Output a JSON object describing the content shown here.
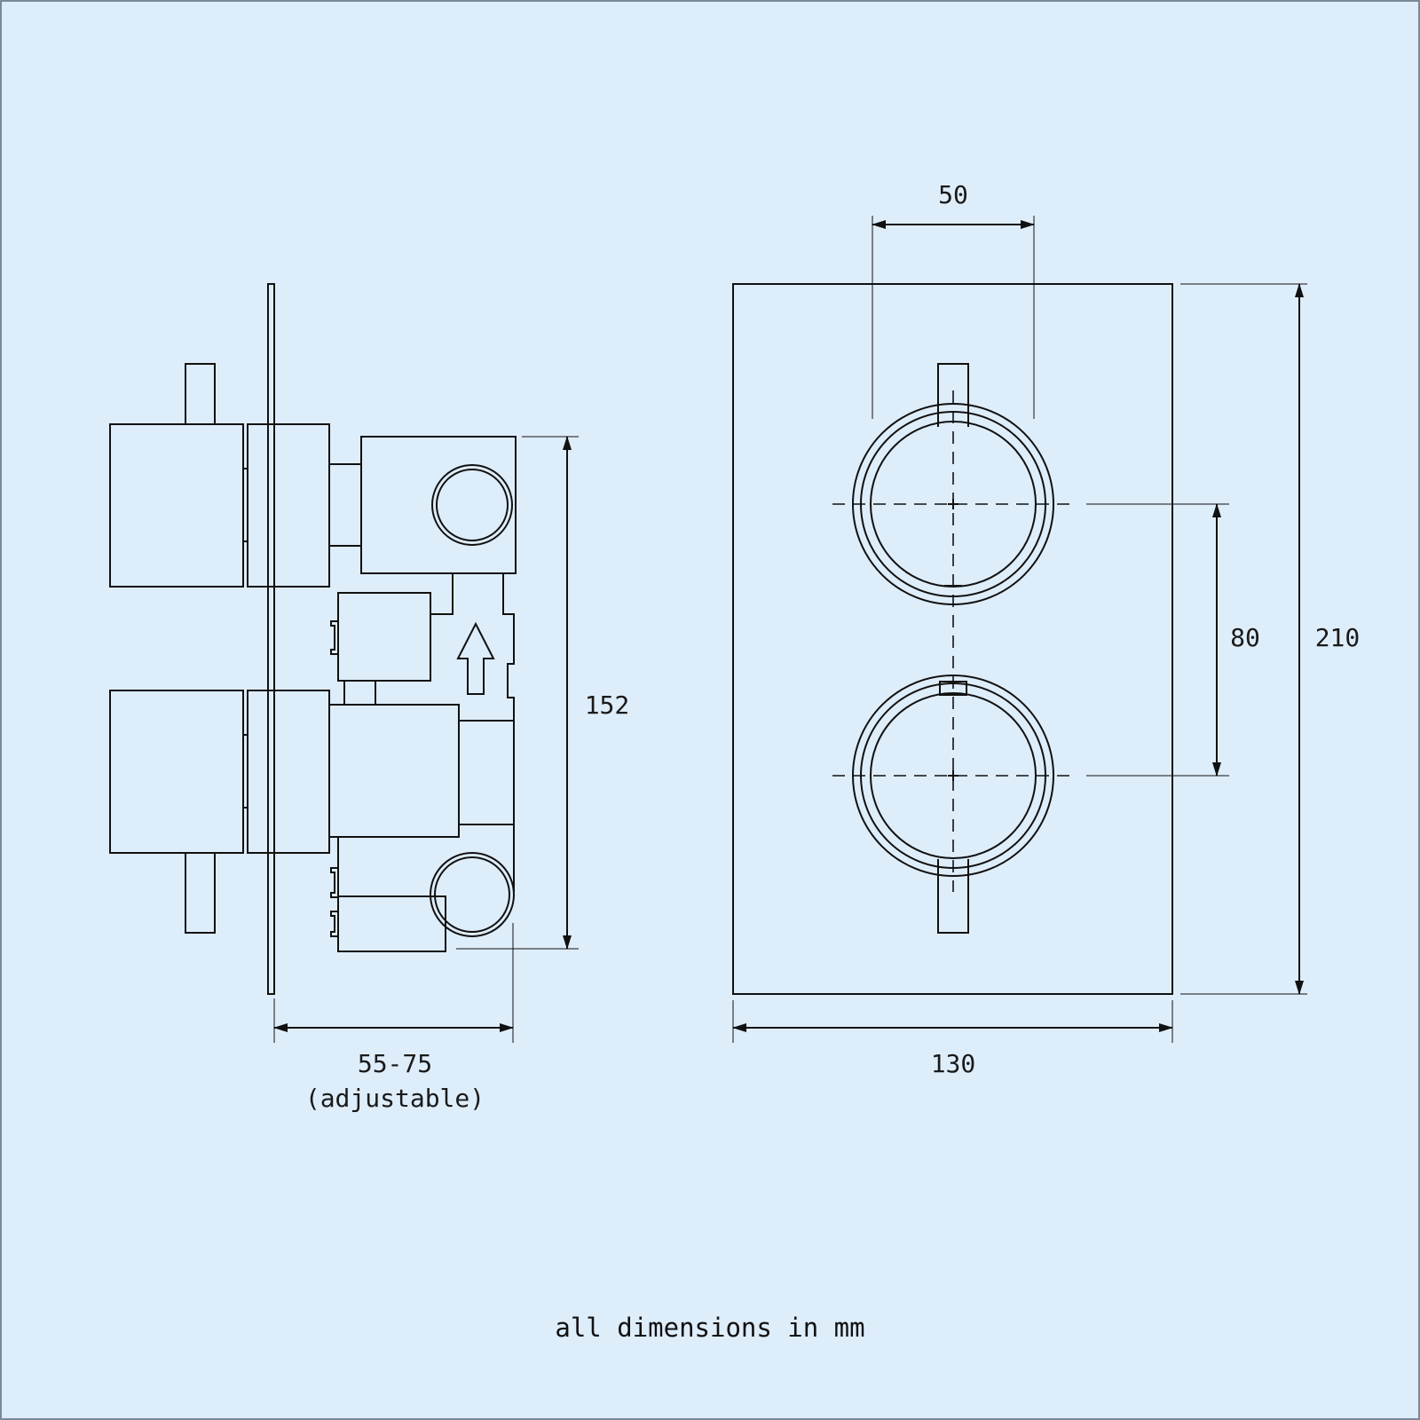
{
  "dimensions": {
    "knob_spacing_horizontal": "50",
    "knob_spacing_vertical": "80",
    "plate_height": "210",
    "plate_width": "130",
    "valve_height": "152",
    "wall_depth_value": "55-75",
    "wall_depth_note": "(adjustable)"
  },
  "footer_note": "all dimensions in mm",
  "colors": {
    "background": "#deedfa",
    "line": "#111111",
    "frame": "#7a8a99"
  }
}
